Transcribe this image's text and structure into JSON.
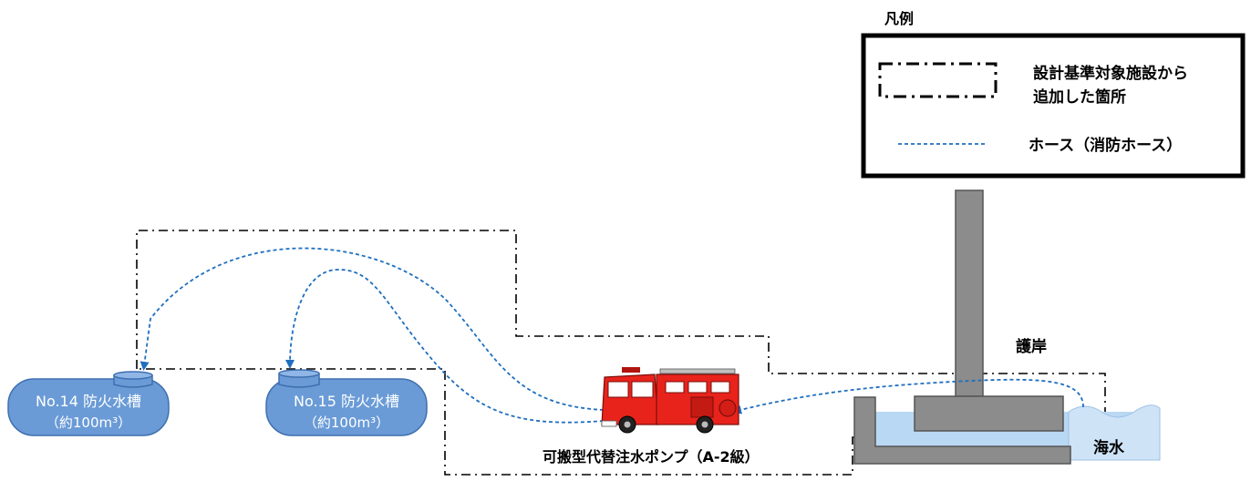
{
  "legend": {
    "title": "凡例",
    "item_boundary_line1": "設計基準対象施設から",
    "item_boundary_line2": "追加した箇所",
    "item_hose": "ホース（消防ホース）"
  },
  "tanks": [
    {
      "name": "No.14 防火水槽",
      "capacity": "（約100m³）"
    },
    {
      "name": "No.15 防火水槽",
      "capacity": "（約100m³）"
    }
  ],
  "pump_label": "可搬型代替注水ポンプ（A-2級）",
  "seawall_label": "護岸",
  "seawater_label": "海水",
  "colors": {
    "tank_fill": "#6a9bd6",
    "tank_stroke": "#3f6fb0",
    "hose": "#1f6fbf",
    "structure": "#8c8c8c",
    "water": "#b9d8f4",
    "truck": "#e8231c"
  },
  "icons": {
    "pump": "fire-truck-icon"
  }
}
